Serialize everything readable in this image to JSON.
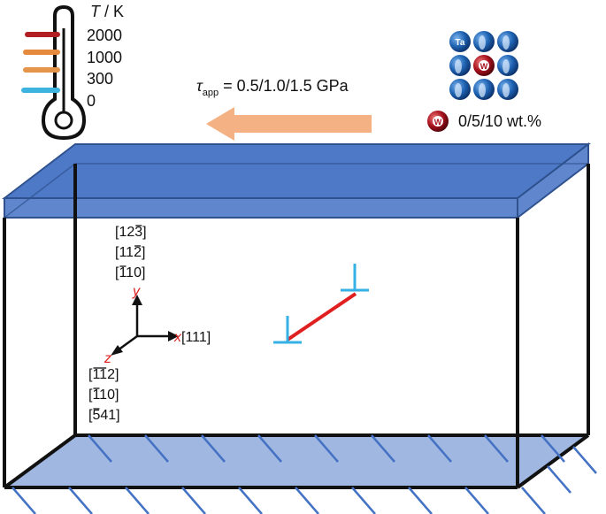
{
  "temperature": {
    "symbol": "T",
    "unit_suffix": " / K",
    "ticks": [
      "2000",
      "1000",
      "300",
      "0"
    ],
    "tick_colors": [
      "#b11f24",
      "#e58a3d",
      "#e5954a",
      "#3db3e0"
    ]
  },
  "shear": {
    "symbol": "τ",
    "subscript": "app",
    "value_text": " = 0.5/1.0/1.5 GPa",
    "arrow_color": "#f4b183"
  },
  "lattice": {
    "atom_ta_label": "Ta",
    "atom_w_label": "W",
    "w_content": "0/5/10 wt.%",
    "ta_color": "#1f63b3",
    "w_color": "#a8121e"
  },
  "orientation": {
    "y_axis_label": "y",
    "x_axis_label": "x",
    "z_axis_label": "z",
    "x_direction": "[111]",
    "y_directions": [
      {
        "open": "[12",
        "bar": "3",
        "close": "]"
      },
      {
        "open": "[11",
        "bar": "2",
        "close": "]"
      },
      {
        "open": "[",
        "bar": "1",
        "close": "10]"
      }
    ],
    "z_directions": [
      {
        "open": "[",
        "bar": "11",
        "close": "2]"
      },
      {
        "open": "[",
        "bar": "1",
        "close": "10]"
      },
      {
        "open": "[",
        "bar": "5",
        "close": "41]"
      }
    ]
  },
  "colors": {
    "plate_fill": "#4472c4",
    "dislocation_line": "#e02020",
    "dislocation_symbol": "#35b1e6",
    "axis_label": "#e02020"
  }
}
